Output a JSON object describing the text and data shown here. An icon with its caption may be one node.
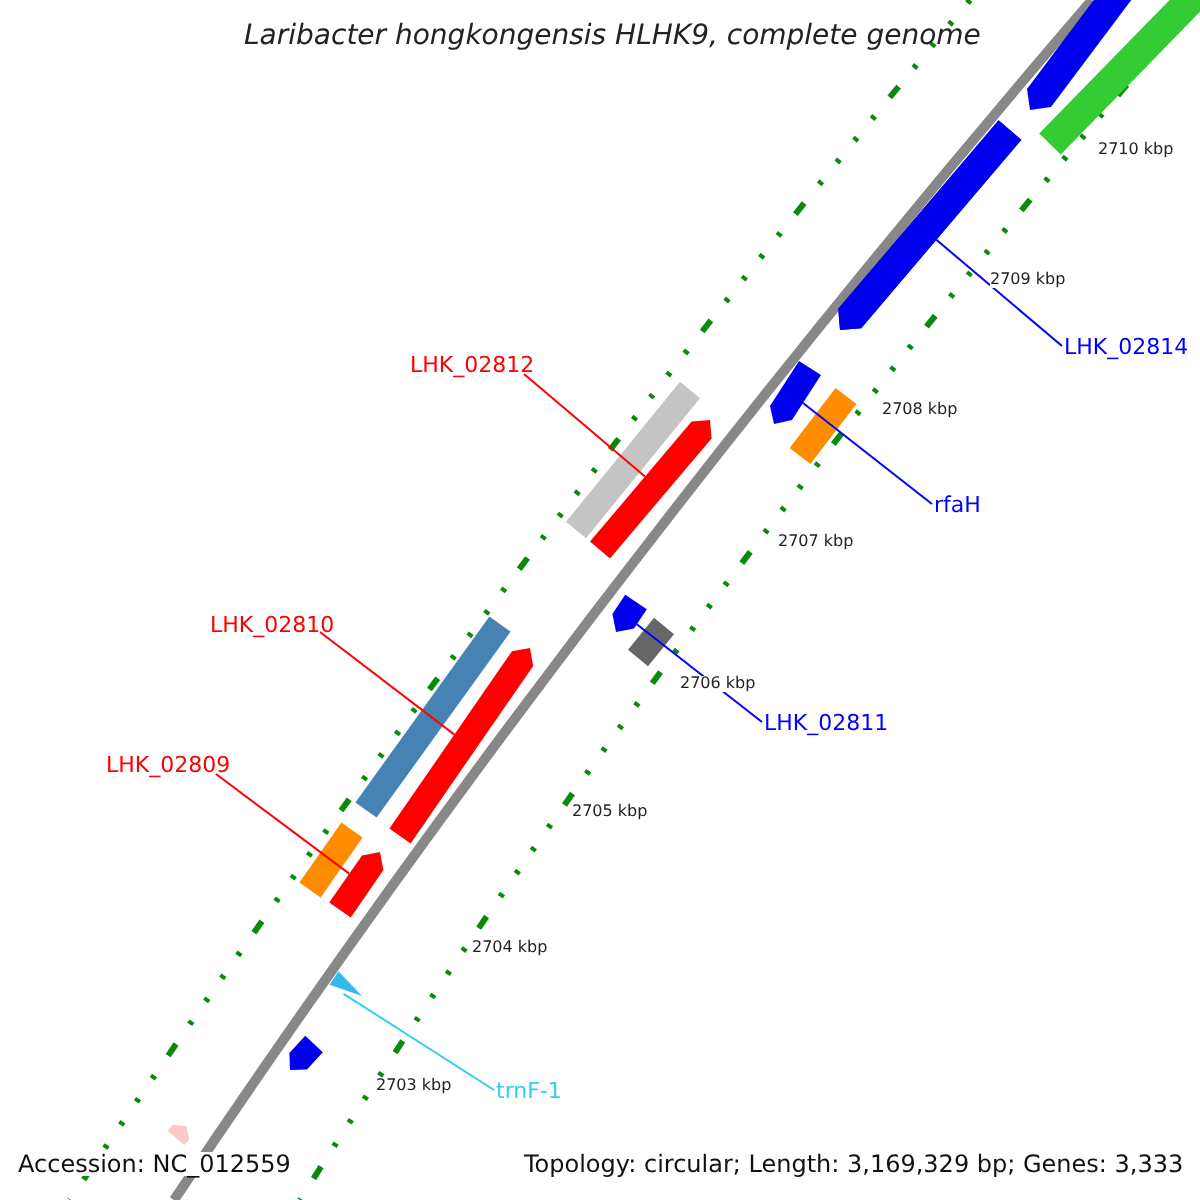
{
  "diagram": {
    "title": "Laribacter hongkongensis HLHK9, complete genome",
    "nodes": [
      {
        "text": [
          "LHK_02814"
        ]
      },
      {
        "text": [],
        "shape": "bar"
      },
      {
        "text": [
          "LHK_02812"
        ]
      },
      {
        "text": [],
        "shape": "bar"
      },
      {
        "text": [
          "rfaH"
        ]
      },
      {
        "text": [],
        "shape": "bar"
      },
      {
        "text": [
          "LHK_02810"
        ]
      },
      {
        "text": [],
        "shape": "bar"
      },
      {
        "text": [
          "LHK_02811"
        ]
      },
      {
        "text": [],
        "shape": "bar"
      },
      {
        "text": [
          "LHK_02809"
        ]
      },
      {
        "text": [],
        "shape": "bar"
      },
      {
        "text": [
          "trnF-1"
        ]
      },
      {
        "text": [],
        "shape": "triangle"
      },
      {
        "text": [],
        "shape": "bar"
      },
      {
        "text": [],
        "shape": "bar"
      },
      {
        "text": [],
        "shape": "bar"
      },
      {
        "text": [],
        "shape": "bar"
      },
      {
        "text": [],
        "shape": "bar"
      },
      {
        "text": [],
        "shape": "bar"
      },
      {
        "text": [],
        "shape": "bar"
      },
      {
        "text": [],
        "shape": "bar"
      },
      {
        "text": [],
        "shape": "bar"
      },
      {
        "text": [],
        "shape": "bar"
      }
    ],
    "edges": [
      {
        "from": 0,
        "to": 1,
        "arrow": "none",
        "color": "#0000ff"
      },
      {
        "from": 2,
        "to": 3,
        "arrow": "none",
        "color": "#ff0000"
      },
      {
        "from": 4,
        "to": 5,
        "arrow": "none",
        "color": "#0000ff"
      },
      {
        "from": 6,
        "to": 7,
        "arrow": "none",
        "color": "#ff0000"
      },
      {
        "from": 8,
        "to": 9,
        "arrow": "none",
        "color": "#0000ff"
      },
      {
        "from": 10,
        "to": 11,
        "arrow": "none",
        "color": "#ff0000"
      },
      {
        "from": 12,
        "to": 13,
        "arrow": "none",
        "color": "#33ccff"
      }
    ],
    "labels": [
      "2710 kbp",
      "2709 kbp",
      "2708 kbp",
      "2707 kbp",
      "2706 kbp",
      "2705 kbp",
      "2704 kbp",
      "2703 kbp",
      "Accession: NC_012559",
      "Topology: circular; Length: 3,169,329 bp; Genes: 3,333"
    ]
  }
}
